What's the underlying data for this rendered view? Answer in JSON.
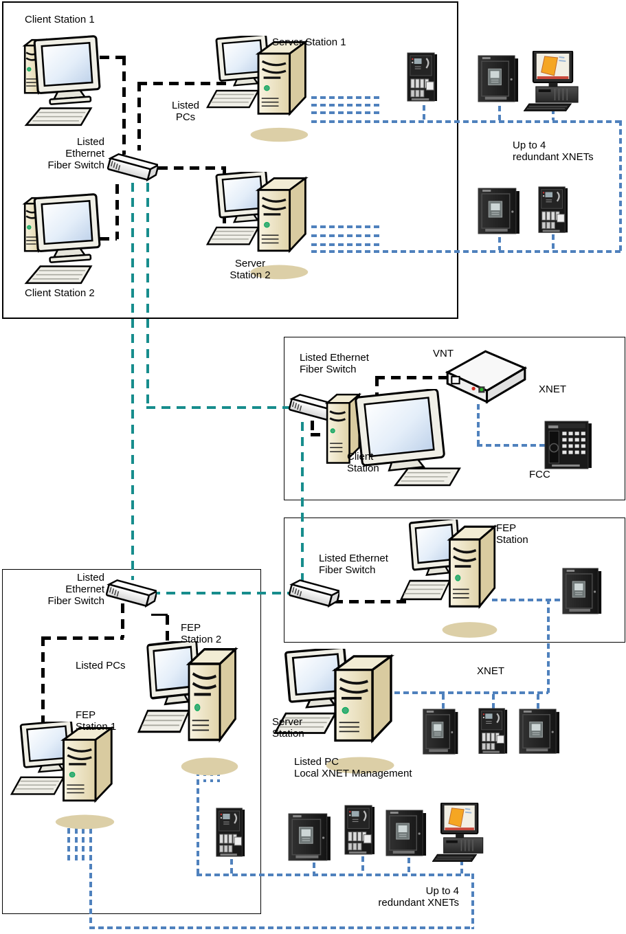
{
  "diagram": {
    "group_top": {
      "client_station_1": "Client Station 1",
      "server_station_1": "Server Station 1",
      "listed_pcs": "Listed\nPCs",
      "fiber_switch": "Listed\nEthernet\nFiber Switch",
      "client_station_2": "Client Station 2",
      "server_station_2": "Server\nStation 2"
    },
    "xnet_top_note": "Up to 4\nredundant XNETs",
    "group_fcc": {
      "fiber_switch": "Listed Ethernet\nFiber Switch",
      "vnt": "VNT",
      "xnet": "XNET",
      "client_station": "Client\nStation",
      "fcc": "FCC"
    },
    "group_fep": {
      "fiber_switch": "Listed Ethernet\nFiber Switch",
      "fep_station": "FEP\nStation"
    },
    "group_fep_pair": {
      "fiber_switch": "Listed\nEthernet\nFiber Switch",
      "fep_station_2": "FEP\nStation 2",
      "listed_pcs": "Listed PCs",
      "fep_station_1": "FEP\nStation 1"
    },
    "local_mgmt": {
      "server_station": "Server\nStation",
      "note": "Listed PC\nLocal XNET Management",
      "xnet": "XNET"
    },
    "xnet_bottom_note": "Up to 4\nredundant XNETs",
    "colors": {
      "xnet_line_blue": "#4F81BD",
      "fiber_line_teal": "#178D8D",
      "copper_line_black": "#000000"
    }
  }
}
